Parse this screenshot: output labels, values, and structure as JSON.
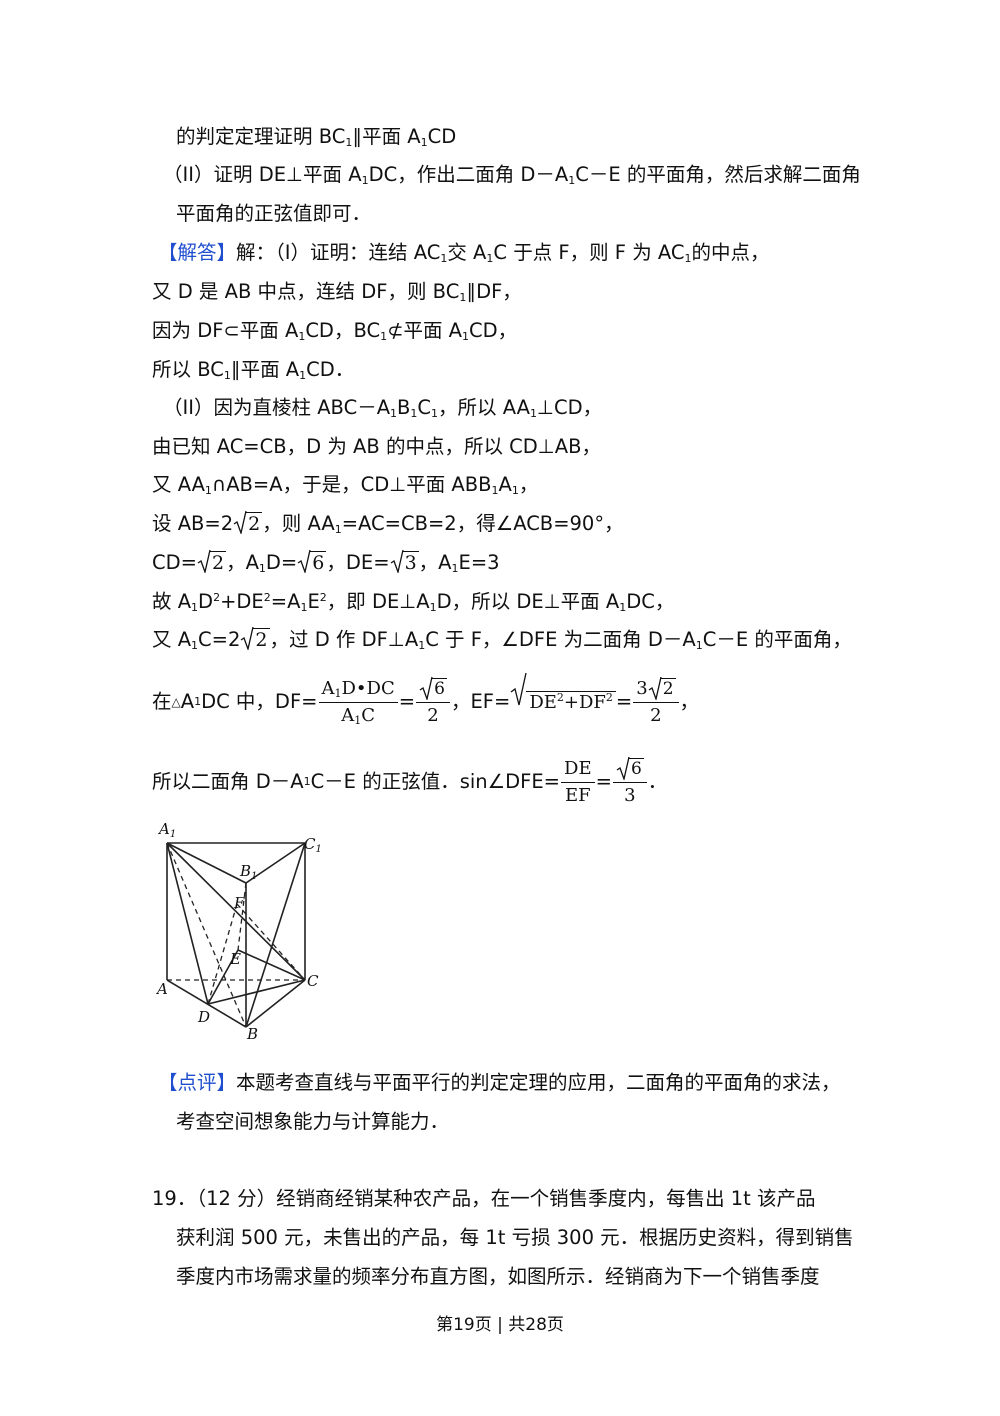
{
  "l1": {
    "a": "的判定定理证明 BC",
    "b": "1",
    "c": "∥平面 A",
    "d": "1",
    "e": "CD"
  },
  "l2": {
    "a": "（II）证明 DE⊥平面 A",
    "b": "1",
    "c": "DC，作出二面角 D－A",
    "d": "1",
    "e": "C－E 的平面角，然后求解二面角"
  },
  "l3": {
    "a": "平面角的正弦值即可．"
  },
  "l4": {
    "tag": "【解答】",
    "a": "解：（I）证明：连结 AC",
    "b": "1",
    "c": "交 A",
    "d": "1",
    "e": "C 于点 F，则 F 为 AC",
    "f": "1",
    "g": "的中点，"
  },
  "l5": {
    "a": "又 D 是 AB 中点，连结 DF，则 BC",
    "b": "1",
    "c": "∥DF，"
  },
  "l6": {
    "a": "因为 DF⊂平面 A",
    "b": "1",
    "c": "CD，BC",
    "d": "1",
    "e": "⊄平面 A",
    "f": "1",
    "g": "CD，"
  },
  "l7": {
    "a": "所以 BC",
    "b": "1",
    "c": "∥平面 A",
    "d": "1",
    "e": "CD．"
  },
  "l8": {
    "a": "（II）因为直棱柱 ABC－A",
    "b": "1",
    "c": "B",
    "d": "1",
    "e": "C",
    "f": "1",
    "g": "，所以 AA",
    "h": "1",
    "i": "⊥CD，"
  },
  "l9": {
    "a": "由已知 AC=CB，D 为 AB 的中点，所以 CD⊥AB，"
  },
  "l10": {
    "a": "又 AA",
    "b": "1",
    "c": "∩AB=A，于是，CD⊥平面 ABB",
    "d": "1",
    "e": "A",
    "f": "1",
    "g": "，"
  },
  "l11": {
    "a": "设 AB=2",
    "r": "2",
    "c": "，则 AA",
    "d": "1",
    "e": "=AC=CB=2，得∠ACB=90°，"
  },
  "l12": {
    "a": "CD=",
    "r1": "2",
    "b": "，A",
    "c": "1",
    "d": "D=",
    "r2": "6",
    "e": "，DE=",
    "r3": "3",
    "f": "，A",
    "g": "1",
    "h": "E=3"
  },
  "l13": {
    "a": "故 A",
    "b": "1",
    "c": "D",
    "d": "2",
    "e": "+DE",
    "f": "2",
    "g": "=A",
    "h": "1",
    "i": "E",
    "j": "2",
    "k": "，即 DE⊥A",
    "l": "1",
    "m": "D，所以 DE⊥平面 A",
    "n": "1",
    "o": "DC，"
  },
  "l14": {
    "a": "又 A",
    "b": "1",
    "c": "C=2",
    "r": "2",
    "d": "，过 D 作 DF⊥A",
    "e": "1",
    "f": "C 于 F，∠DFE 为二面角 D－A",
    "g": "1",
    "h": "C－E 的平面角，"
  },
  "l15": {
    "a": "在",
    "tri": "△",
    "b": "A",
    "c": "1",
    "d": "DC 中，DF=",
    "f1n_a": "A",
    "f1n_b": "1",
    "f1n_c": "D•DC",
    "f1d_a": "A",
    "f1d_b": "1",
    "f1d_c": "C",
    "eq1": "=",
    "f2n": "6",
    "f2d": "2",
    "e": "，EF=",
    "rad_a": "DE",
    "rad_b": "2",
    "rad_c": "+DF",
    "rad_d": "2",
    "eq2": "=",
    "f3n_a": "3",
    "f3n_b": "2",
    "f3d": "2",
    "end": "，"
  },
  "l16": {
    "a": "所以二面角 D－A",
    "b": "1",
    "c": "C－E 的正弦值．sin∠DFE=",
    "fn": "DE",
    "fd": "EF",
    "eq": "=",
    "f2n": "6",
    "f2d": "3",
    "end": "．"
  },
  "figure": {
    "labels": {
      "A1": "A",
      "A1s": "1",
      "C1": "C",
      "C1s": "1",
      "B1": "B",
      "B1s": "1",
      "F": "F",
      "E": "E",
      "A": "A",
      "C": "C",
      "D": "D",
      "B": "B"
    }
  },
  "l17": {
    "tag": "【点评】",
    "a": "本题考查直线与平面平行的判定定理的应用，二面角的平面角的求法，"
  },
  "l18": {
    "a": "考查空间想象能力与计算能力．"
  },
  "q19": {
    "l1": "19．（12 分）经销商经销某种农产品，在一个销售季度内，每售出 1t 该产品",
    "l2": "获利润 500 元，未售出的产品，每 1t 亏损 300 元．根据历史资料，得到销售",
    "l3": "季度内市场需求量的频率分布直方图，如图所示．经销商为下一个销售季度"
  },
  "footer": "第19页 | 共28页"
}
